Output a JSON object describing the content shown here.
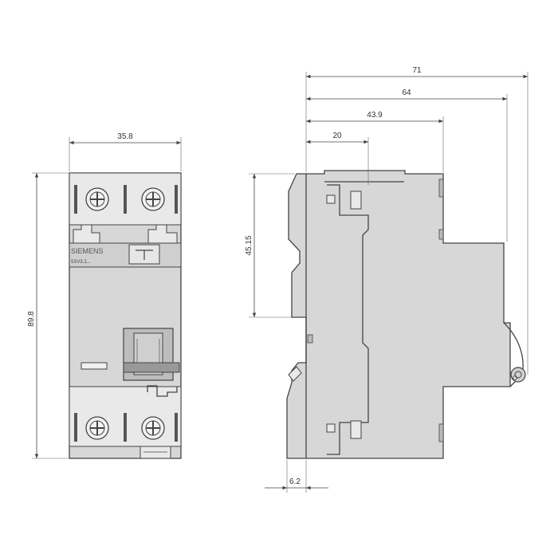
{
  "dimensions": {
    "front_width": "35.8",
    "front_height": "89.8",
    "side_total_depth": "71",
    "side_depth_64": "64",
    "side_depth_43_9": "43.9",
    "side_depth_20": "20",
    "side_rail_height": "45.15",
    "side_offset": "6.2"
  },
  "labels": {
    "brand": "SIEMENS",
    "model": "5SV3.1..."
  }
}
